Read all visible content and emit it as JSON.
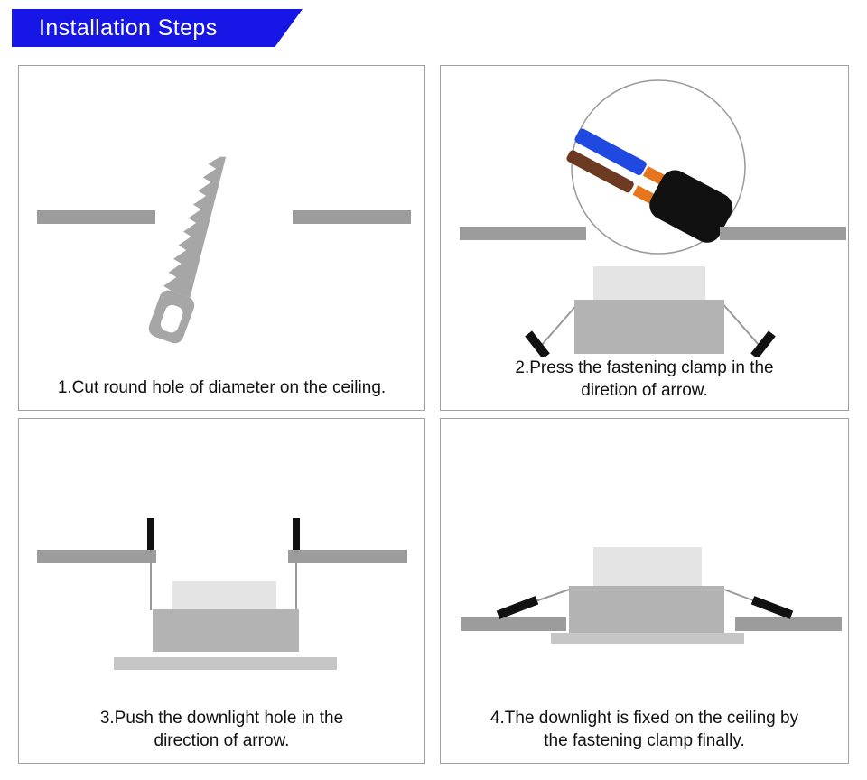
{
  "header": {
    "title": "Installation Steps"
  },
  "colors": {
    "accent": "#1616e6",
    "border": "#a0a0a0",
    "text": "#111111",
    "bar": "#9c9c9c",
    "body_gray": "#b3b3b3",
    "inner_gray": "#e4e4e4",
    "trim_gray": "#c6c6c6",
    "saw_gray": "#a6a6a6",
    "line_gray": "#999999",
    "black_part": "#111111",
    "wire_blue": "#1f49e0",
    "wire_brown": "#6b3a20",
    "wire_orange": "#e5761e"
  },
  "steps": [
    {
      "caption_line1": "1.Cut round hole of diameter on the ceiling.",
      "caption_line2": ""
    },
    {
      "caption_line1": "2.Press the fastening clamp in the",
      "caption_line2": "diretion of arrow."
    },
    {
      "caption_line1": "3.Push the downlight hole in the",
      "caption_line2": "direction of arrow."
    },
    {
      "caption_line1": "4.The downlight is fixed on the ceiling by",
      "caption_line2": "the fastening clamp finally."
    }
  ]
}
